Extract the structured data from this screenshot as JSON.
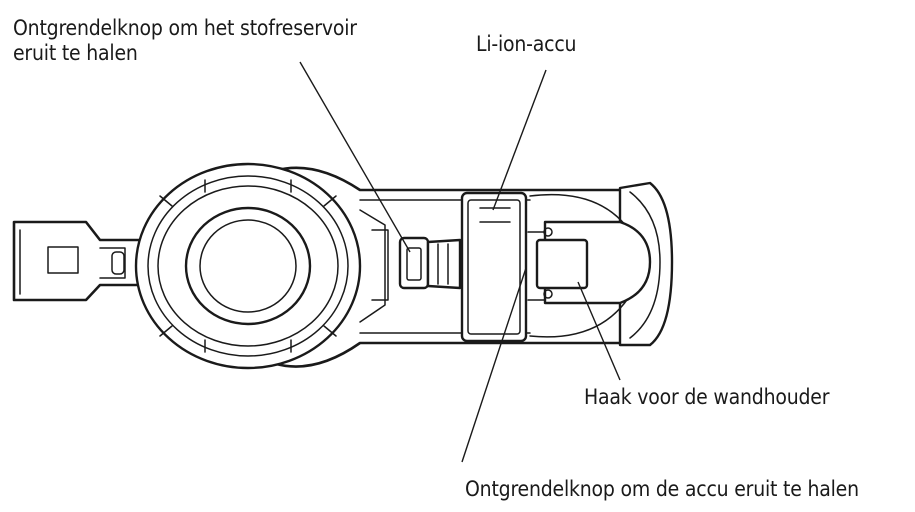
{
  "labels": {
    "dust_release": "Ontgrendelknop om het stofreservoir\neruit te halen",
    "battery": "Li-ion-accu",
    "hook": "Haak voor de wandhouder",
    "battery_release": "Ontgrendelknop om de accu eruit te halen"
  }
}
